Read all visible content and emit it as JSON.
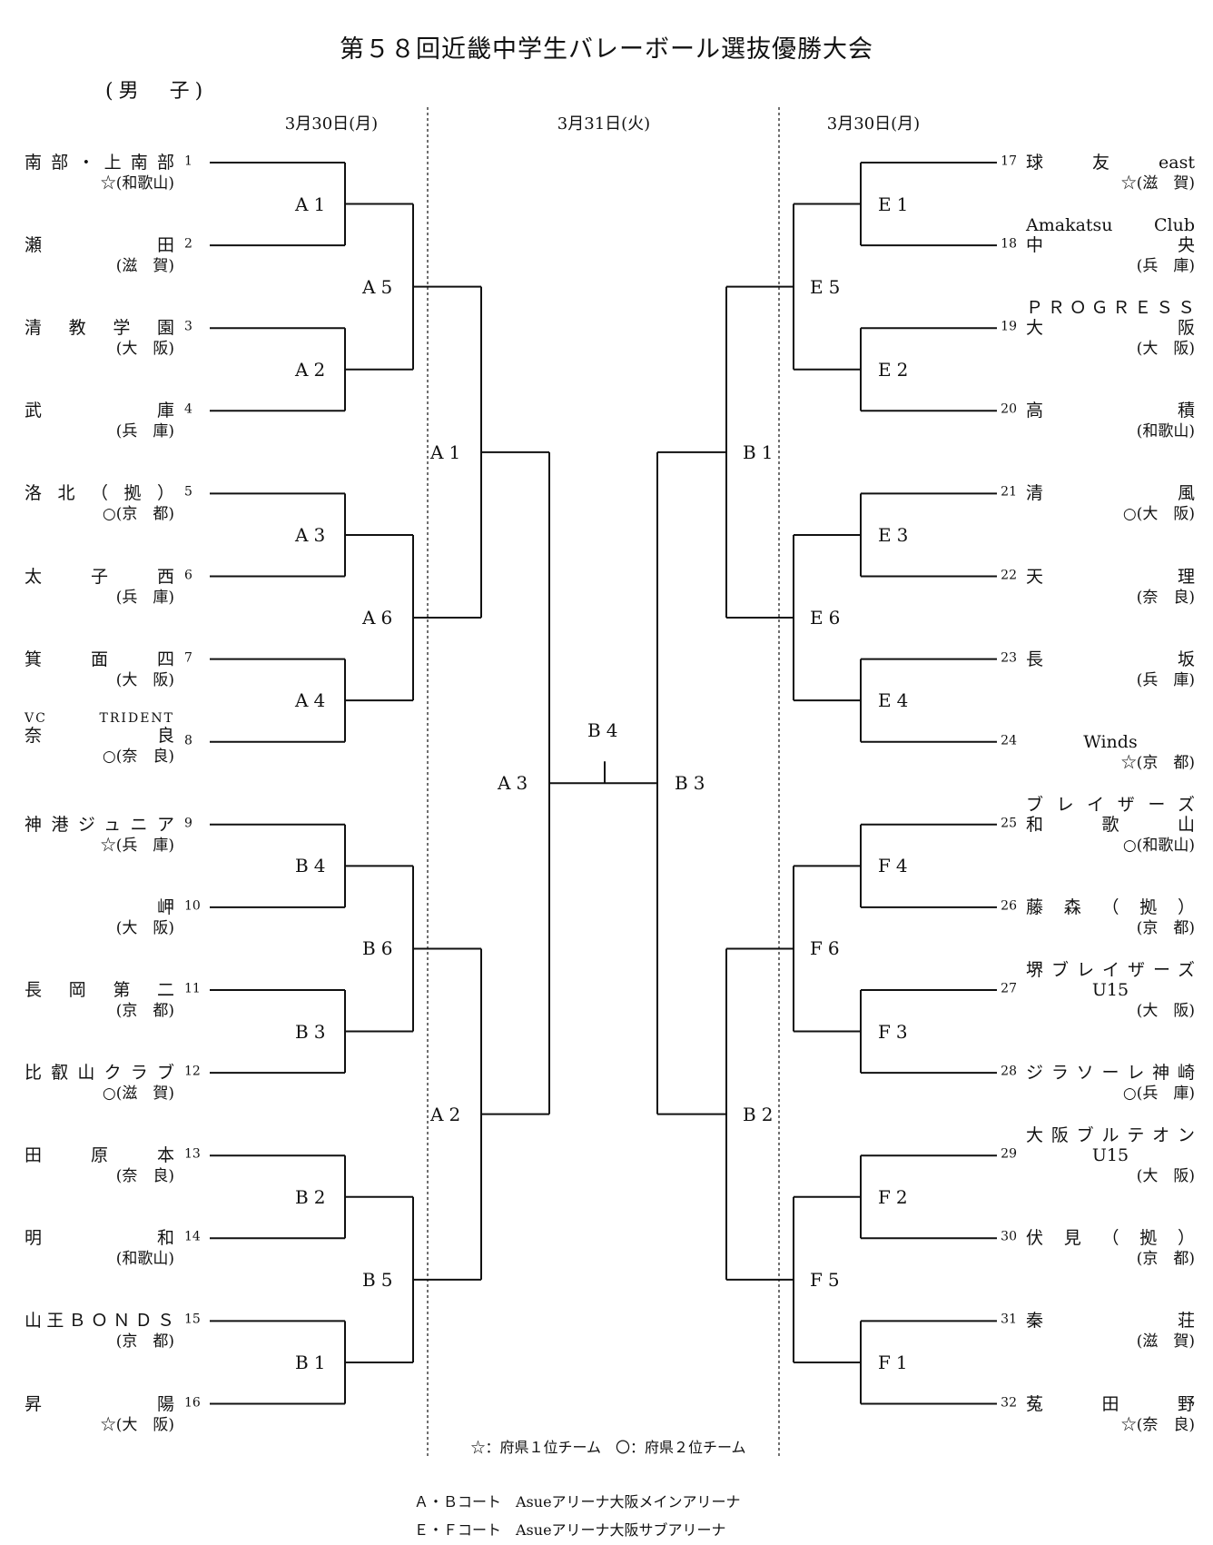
{
  "title": "第５８回近畿中学生バレーボール選抜優勝大会",
  "gender": "(男　子)",
  "dates": {
    "left": "3月30日(月)",
    "center": "3月31日(火)",
    "right": "3月30日(月)"
  },
  "left_teams": [
    {
      "num": "1",
      "name": [
        "南部・上南部"
      ],
      "pref": "☆(和歌山)"
    },
    {
      "num": "2",
      "name": [
        "瀬田"
      ],
      "pref": "(滋　賀)"
    },
    {
      "num": "3",
      "name": [
        "清教学園"
      ],
      "pref": "(大　阪)"
    },
    {
      "num": "4",
      "name": [
        "武庫"
      ],
      "pref": "(兵　庫)"
    },
    {
      "num": "5",
      "name": [
        "洛北（拠）"
      ],
      "pref": "○(京　都)"
    },
    {
      "num": "6",
      "name": [
        "太子西"
      ],
      "pref": "(兵　庫)"
    },
    {
      "num": "7",
      "name": [
        "箕面四"
      ],
      "pref": "(大　阪)"
    },
    {
      "num": "8",
      "name": [
        "VC TRIDENT",
        "奈良"
      ],
      "pref": "○(奈　良)"
    },
    {
      "num": "9",
      "name": [
        "神港ジュニア"
      ],
      "pref": "☆(兵　庫)"
    },
    {
      "num": "10",
      "name": [
        "岬"
      ],
      "pref": "(大　阪)"
    },
    {
      "num": "11",
      "name": [
        "長岡第二"
      ],
      "pref": "(京　都)"
    },
    {
      "num": "12",
      "name": [
        "比叡山クラブ"
      ],
      "pref": "○(滋　賀)"
    },
    {
      "num": "13",
      "name": [
        "田原本"
      ],
      "pref": "(奈　良)"
    },
    {
      "num": "14",
      "name": [
        "明和"
      ],
      "pref": "(和歌山)"
    },
    {
      "num": "15",
      "name": [
        "山王ＢＯＮＤＳ"
      ],
      "pref": "(京　都)"
    },
    {
      "num": "16",
      "name": [
        "昇陽"
      ],
      "pref": "☆(大　阪)"
    }
  ],
  "right_teams": [
    {
      "num": "17",
      "name": [
        "球友east"
      ],
      "pref": "☆(滋　賀)"
    },
    {
      "num": "18",
      "name": [
        "Amakatsu Club",
        "中央"
      ],
      "pref": "(兵　庫)"
    },
    {
      "num": "19",
      "name": [
        "ＰＲＯＧＲＥＳＳ",
        "大阪"
      ],
      "pref": "(大　阪)"
    },
    {
      "num": "20",
      "name": [
        "高積"
      ],
      "pref": "(和歌山)"
    },
    {
      "num": "21",
      "name": [
        "清風"
      ],
      "pref": "○(大　阪)"
    },
    {
      "num": "22",
      "name": [
        "天理"
      ],
      "pref": "(奈　良)"
    },
    {
      "num": "23",
      "name": [
        "長坂"
      ],
      "pref": "(兵　庫)"
    },
    {
      "num": "24",
      "name": [
        "Winds"
      ],
      "pref": "☆(京　都)"
    },
    {
      "num": "25",
      "name": [
        "ブレイザーズ",
        "和歌山"
      ],
      "pref": "○(和歌山)"
    },
    {
      "num": "26",
      "name": [
        "藤森（拠）"
      ],
      "pref": "(京　都)"
    },
    {
      "num": "27",
      "name": [
        "堺ブレイザーズ",
        "U15"
      ],
      "pref": "(大　阪)"
    },
    {
      "num": "28",
      "name": [
        "ジラソーレ神崎"
      ],
      "pref": "○(兵　庫)"
    },
    {
      "num": "29",
      "name": [
        "大阪ブルテオン",
        "U15"
      ],
      "pref": "(大　阪)"
    },
    {
      "num": "30",
      "name": [
        "伏見（拠）"
      ],
      "pref": "(京　都)"
    },
    {
      "num": "31",
      "name": [
        "秦荘"
      ],
      "pref": "(滋　賀)"
    },
    {
      "num": "32",
      "name": [
        "菟田野"
      ],
      "pref": "☆(奈　良)"
    }
  ],
  "matches": {
    "left_r1": [
      "A1",
      "A2",
      "A3",
      "A4",
      "B4",
      "B3",
      "B2",
      "B1"
    ],
    "left_r2": [
      "A5",
      "A6",
      "B6",
      "B5"
    ],
    "left_r3": [
      "A1",
      "A2"
    ],
    "left_r4": [
      "A3"
    ],
    "final": "B4",
    "right_r1": [
      "E1",
      "E2",
      "E3",
      "E4",
      "F4",
      "F3",
      "F2",
      "F1"
    ],
    "right_r2": [
      "E5",
      "E6",
      "F6",
      "F5"
    ],
    "right_r3": [
      "B1",
      "B2"
    ],
    "right_r4": [
      "B3"
    ]
  },
  "legend": "☆：府県１位チーム　〇：府県２位チーム",
  "courts": [
    "Ａ・Ｂコート　Asueアリーナ大阪メインアリーナ",
    "Ｅ・Ｆコート　Asueアリーナ大阪サブアリーナ"
  ]
}
